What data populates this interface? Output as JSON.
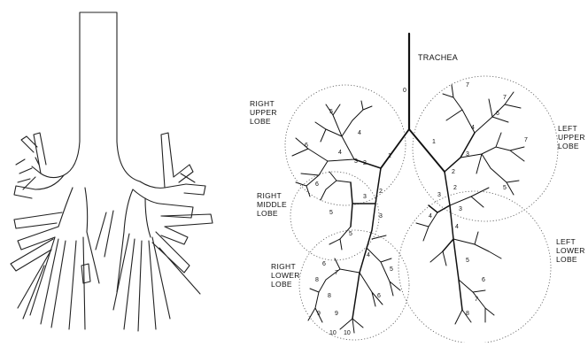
{
  "labels": {
    "trachea": "TRACHEA",
    "right_upper": [
      "RIGHT",
      "UPPER",
      "LOBE"
    ],
    "right_middle": [
      "RIGHT",
      "MIDDLE",
      "LOBE"
    ],
    "right_lower": [
      "RIGHT",
      "LOWER",
      "LOBE"
    ],
    "left_upper": [
      "LEFT",
      "UPPER",
      "LOBE"
    ],
    "left_lower": [
      "LEFT",
      "LOWER",
      "LOBE"
    ]
  },
  "generation_numbers": [
    "0",
    "1",
    "1",
    "2",
    "2",
    "2",
    "2",
    "3",
    "3",
    "3",
    "3",
    "3",
    "3",
    "4",
    "4",
    "4",
    "4",
    "4",
    "4",
    "5",
    "5",
    "5",
    "5",
    "5",
    "5",
    "6",
    "6",
    "6",
    "6",
    "6",
    "6",
    "7",
    "7",
    "7",
    "7",
    "7",
    "8",
    "8",
    "8",
    "9",
    "9",
    "10",
    "10"
  ]
}
